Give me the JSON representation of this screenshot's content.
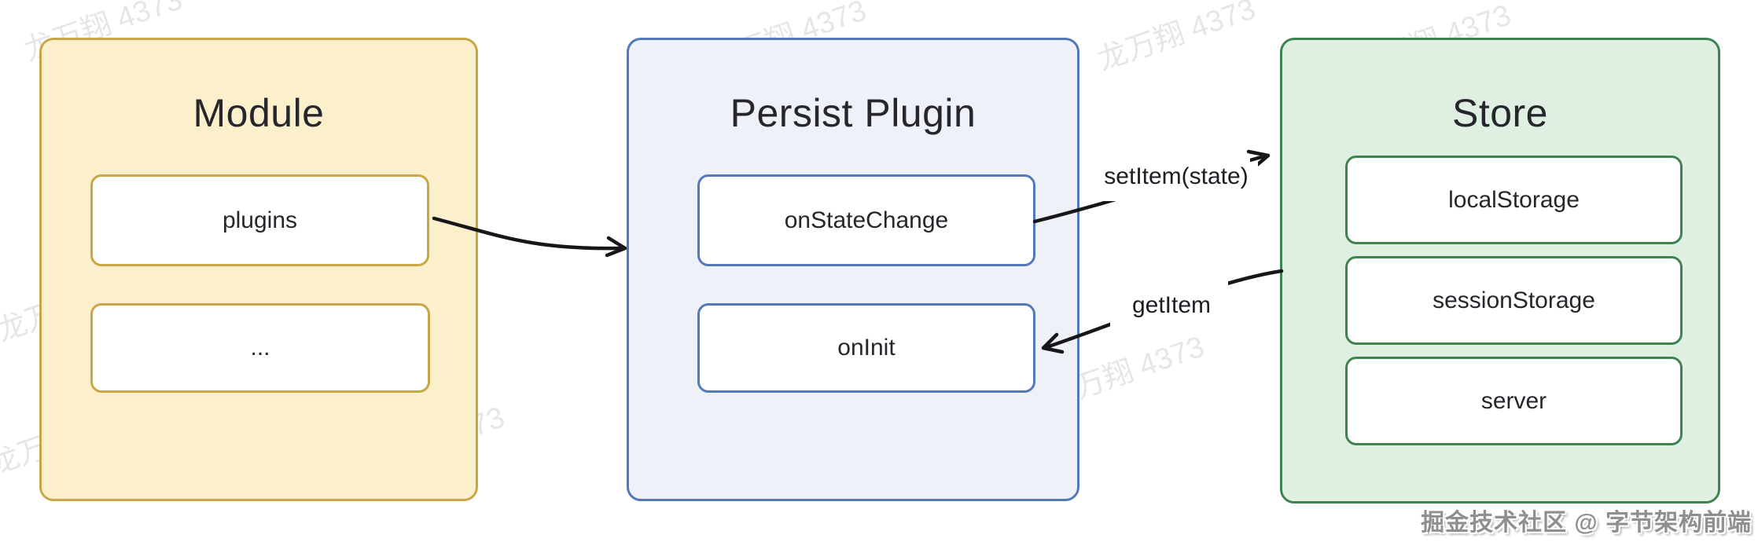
{
  "diagram": {
    "groups": [
      {
        "id": "module",
        "title": "Module",
        "fill": "#fcf0cc",
        "border": "#c9a646",
        "children": [
          "plugins",
          "..."
        ]
      },
      {
        "id": "persist",
        "title": "Persist Plugin",
        "fill": "#eef1f8",
        "border": "#5578b9",
        "children": [
          "onStateChange",
          "onInit"
        ]
      },
      {
        "id": "store",
        "title": "Store",
        "fill": "#dff0e3",
        "border": "#3e8250",
        "children": [
          "localStorage",
          "sessionStorage",
          "server"
        ]
      }
    ],
    "arrows": [
      {
        "id": "plugins-to-persist",
        "from": "plugins",
        "to": "Persist Plugin",
        "label": ""
      },
      {
        "id": "onstatechange-to-store",
        "from": "onStateChange",
        "to": "Store",
        "label": "setItem(state)"
      },
      {
        "id": "store-to-oninit",
        "from": "Store",
        "to": "onInit",
        "label": "getItem"
      }
    ],
    "arrow_color": "#17171a",
    "text_color": "#26262c",
    "watermark": {
      "text": "龙万翔 4373"
    },
    "credit": "掘金技术社区 @ 字节架构前端"
  }
}
